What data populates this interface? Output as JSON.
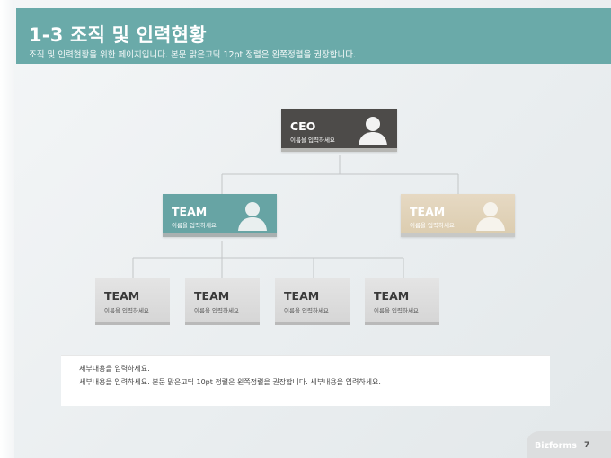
{
  "header": {
    "title": "1-3 조직 및 인력현황",
    "subtitle": "조직 및 인력현황을 위한 페이지입니다. 본문 맑은고딕 12pt 정렬은 왼쪽정렬을 권장합니다."
  },
  "org": {
    "ceo": {
      "label": "CEO",
      "desc": "이름을 입력하세요"
    },
    "teams": [
      {
        "label": "TEAM",
        "desc": "이름을 입력하세요"
      },
      {
        "label": "TEAM",
        "desc": "이름을 입력하세요"
      }
    ],
    "subteams": [
      {
        "label": "TEAM",
        "desc": "이름을 입력하세요"
      },
      {
        "label": "TEAM",
        "desc": "이름을 입력하세요"
      },
      {
        "label": "TEAM",
        "desc": "이름을 입력하세요"
      },
      {
        "label": "TEAM",
        "desc": "이름을 입력하세요"
      }
    ]
  },
  "detail": {
    "line1": "세부내용을 입력하세요.",
    "line2": "세부내용을 입력하세요. 본문 맑은고딕 10pt 정렬은 왼쪽정렬을 권장합니다. 세부내용을 입력하세요."
  },
  "footer": {
    "brand": "Bizforms",
    "page": "7"
  },
  "icons": {
    "person": "person-icon"
  },
  "colors": {
    "header": "#6aaaa9",
    "ceo": "#4d4b49",
    "team_teal": "#67a4a4",
    "team_beige": "#e2d4bb"
  }
}
